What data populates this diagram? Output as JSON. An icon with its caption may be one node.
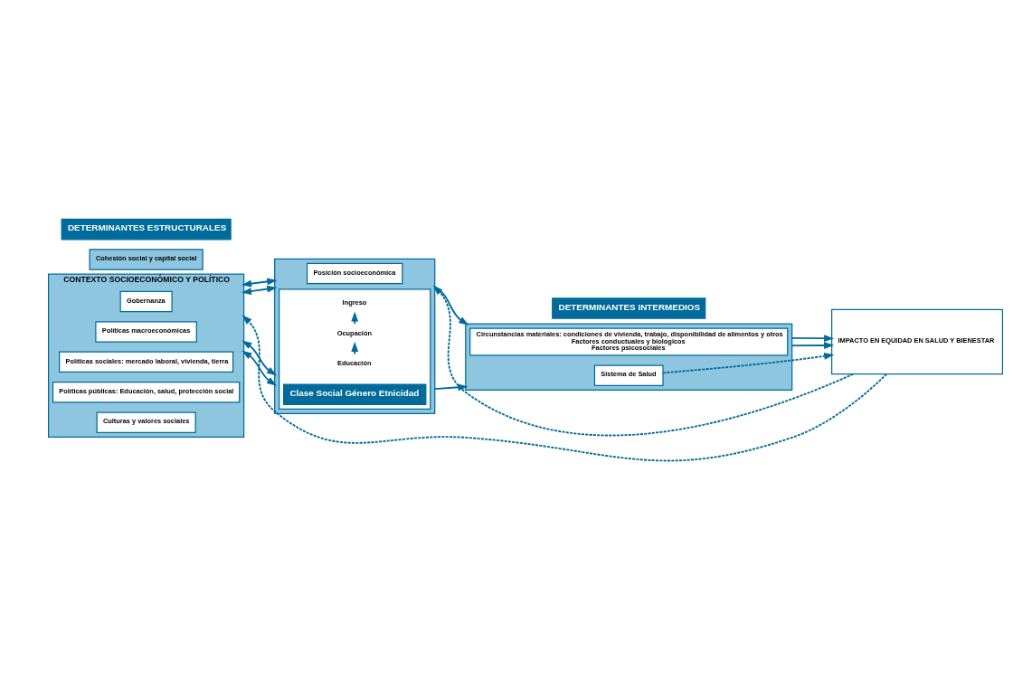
{
  "diagram": {
    "nodes": [
      {
        "text": [
          "CONTEXTO SOCIOECONÓMICO Y POLÍTICO"
        ]
      },
      {
        "text": [
          "Gobernanza"
        ],
        "in": 0
      },
      {
        "text": [
          "Políticas macroeconómicas"
        ],
        "in": 0
      },
      {
        "text": [
          "Políticas sociales: mercado laboral, vivienda, tierra"
        ],
        "in": 0
      },
      {
        "text": [
          "Políticas públicas: Educación, salud, protección social"
        ],
        "in": 0
      },
      {
        "text": [
          "Culturas y valores sociales"
        ],
        "in": 0
      },
      {
        "text": [],
        "shape": "box"
      },
      {
        "text": [
          "Posición socioeconómica"
        ],
        "in": 6
      },
      {
        "text": [],
        "shape": "box",
        "in": 6
      },
      {
        "text": [
          "Clase Social Género Etnicidad"
        ],
        "in": 8
      },
      {
        "text": [
          "Educación"
        ],
        "in": 8
      },
      {
        "text": [
          "Ocupación"
        ],
        "in": 8
      },
      {
        "text": [
          "Ingreso"
        ],
        "in": 8
      },
      {
        "text": [
          "Cohesión social y capital social"
        ]
      },
      {
        "text": [],
        "shape": "box"
      },
      {
        "text": [
          "Circunstancias materiales: condiciones de vivienda, trabajo, disponibilidad de alimentos y otros",
          "Factores conductuales y biológicos",
          "Factores psicosociales"
        ],
        "in": 14
      },
      {
        "text": [
          "Sistema de Salud"
        ],
        "in": 14
      },
      {
        "text": [
          "IMPACTO EN EQUIDAD EN SALUD Y BIENESTAR"
        ]
      },
      {
        "text": [
          "DETERMINANTES ESTRUCTURALES"
        ]
      },
      {
        "text": [
          "DETERMINANTES INTERMEDIOS"
        ]
      }
    ],
    "edges": [
      {
        "from": 0,
        "to": 6,
        "arrow": "both"
      },
      {
        "from": 0,
        "to": 6,
        "arrow": "both"
      },
      {
        "from": 0,
        "to": 6,
        "arrow": "both"
      },
      {
        "from": 0,
        "to": 6,
        "arrow": "both"
      },
      {
        "from": 6,
        "to": 14,
        "arrow": "to"
      },
      {
        "from": 6,
        "to": 14,
        "arrow": "to"
      },
      {
        "from": 14,
        "to": 17,
        "arrow": "to"
      },
      {
        "from": 14,
        "to": 17,
        "arrow": "to"
      },
      {
        "from": 10,
        "to": 11,
        "arrow": "to"
      },
      {
        "from": 11,
        "to": 12,
        "arrow": "to"
      },
      {
        "from": 17,
        "to": 0,
        "arrow": "to",
        "style": "dashed"
      },
      {
        "from": 17,
        "to": 6,
        "arrow": "to",
        "style": "dashed"
      },
      {
        "from": 16,
        "to": 17,
        "arrow": "to",
        "style": "dashed"
      }
    ]
  }
}
